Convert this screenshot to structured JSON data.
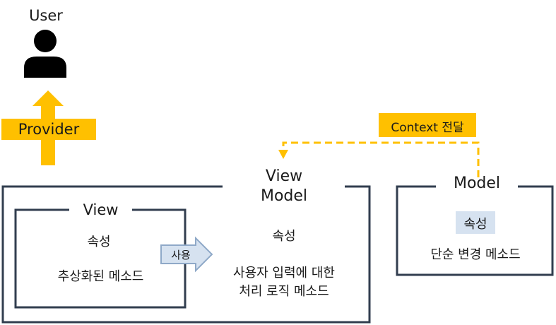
{
  "user": {
    "label": "User",
    "icon": "user-icon"
  },
  "provider": {
    "label": "Provider"
  },
  "context_transfer": {
    "label": "Context 전달"
  },
  "viewmodel": {
    "title_line1": "View",
    "title_line2": "Model",
    "property": "속성",
    "method_line1": "사용자 입력에 대한",
    "method_line2": "처리 로직 메소드"
  },
  "view": {
    "title": "View",
    "property": "속성",
    "method": "추상화된 메소드"
  },
  "uses_arrow": {
    "label": "사용"
  },
  "model": {
    "title": "Model",
    "property": "속성",
    "method": "단순 변경 메소드"
  },
  "colors": {
    "accent_yellow": "#FFC000",
    "box_border": "#323E4F",
    "light_blue": "#D6E2F0",
    "arrow_border": "#8FA9C8"
  }
}
